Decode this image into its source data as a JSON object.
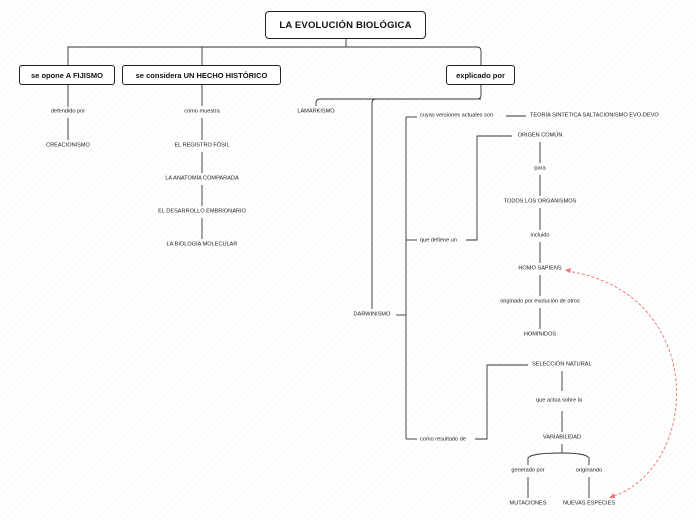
{
  "root": {
    "title": "LA EVOLUCIÓN BIOLÓGICA"
  },
  "branches": {
    "fijismo": "se opone A FIJISMO",
    "hecho": "se considera UN HECHO HISTÓRICO",
    "explicado": "explicado por"
  },
  "fijismo": {
    "link": "defendido por",
    "node": "CREACIONISMO"
  },
  "hecho": {
    "link": "como muestra",
    "items": [
      "EL REGISTRO FÓSIL",
      "LA ANATOMÍA COMPARADA",
      "EL DESARROLLO EMBRIONARIO",
      "LA BIOLOGÍA MOLECULAR"
    ]
  },
  "explicado": {
    "lamarckismo": "LAMARKISMO",
    "darwinismo": "DARWINISMO",
    "versiones": {
      "link": "cuyas versiones actuales son",
      "node": "TEORÍA SINTÉTICA SALTACIONISMO EVO-DEVO"
    },
    "defiende": {
      "link": "que defiene un",
      "chain": [
        "ORIGEN COMÚN",
        "para",
        "TODOS LOS ORGANISMOS",
        "incluido",
        "HOMO SAPIENS",
        "originado por evolución de otros",
        "HOMINIDOS"
      ]
    },
    "resultado": {
      "link": "como resultado de",
      "node1": "SELECCIÓN NATURAL",
      "link2": "que actua sobre la",
      "node2": "VARIABILIDAD",
      "generado_link": "generado por",
      "generado_node": "MUTACIONES",
      "originando_link": "originando",
      "originando_node": "NUEVAS ESPECIES"
    }
  },
  "colors": {
    "line": "#333333",
    "relation": "#e8736f"
  }
}
